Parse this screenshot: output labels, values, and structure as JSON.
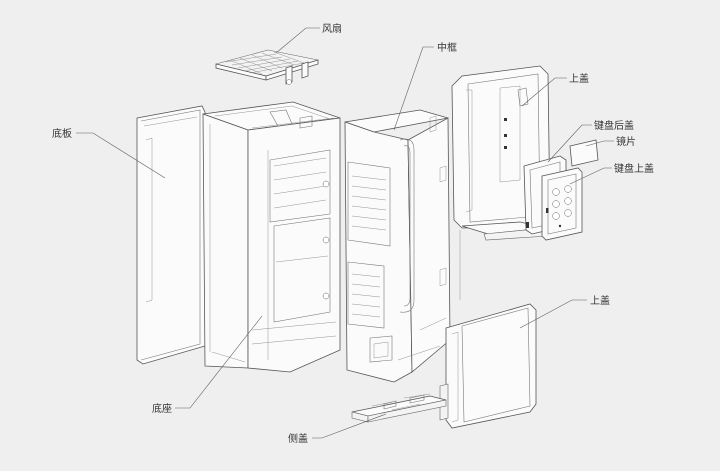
{
  "labels": {
    "fan": "风扇",
    "middle_frame": "中框",
    "bottom_plate": "底板",
    "top_cover_upper": "上盖",
    "keyboard_back_cover": "键盘后盖",
    "lens": "镜片",
    "keyboard_top_cover": "键盘上盖",
    "top_cover_lower": "上盖",
    "base": "底座",
    "side_cover": "侧盖"
  }
}
